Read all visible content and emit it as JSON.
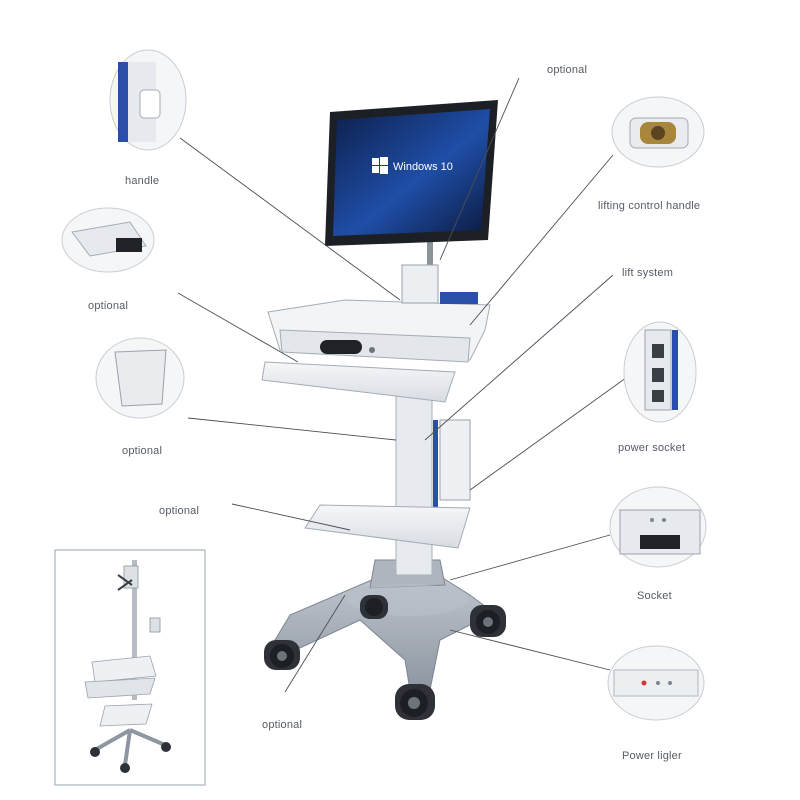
{
  "labels": {
    "top_optional": "optional",
    "handle": "handle",
    "lifting_control_handle": "lifting control handle",
    "left_optional_1": "optional",
    "lift_system": "lift system",
    "left_optional_2": "optional",
    "power_socket": "power socket",
    "left_optional_3": "optional",
    "socket": "Socket",
    "bottom_optional": "optional",
    "power_light": "Power ligler"
  },
  "monitor": {
    "os_name": "Windows 10"
  },
  "colors": {
    "accent_blue": "#2b4ea8",
    "screen_blue": "#1a3d86",
    "cart_white": "#eef0f3",
    "base_gray": "#9ba3ad",
    "leader_line": "#4a4f57"
  }
}
